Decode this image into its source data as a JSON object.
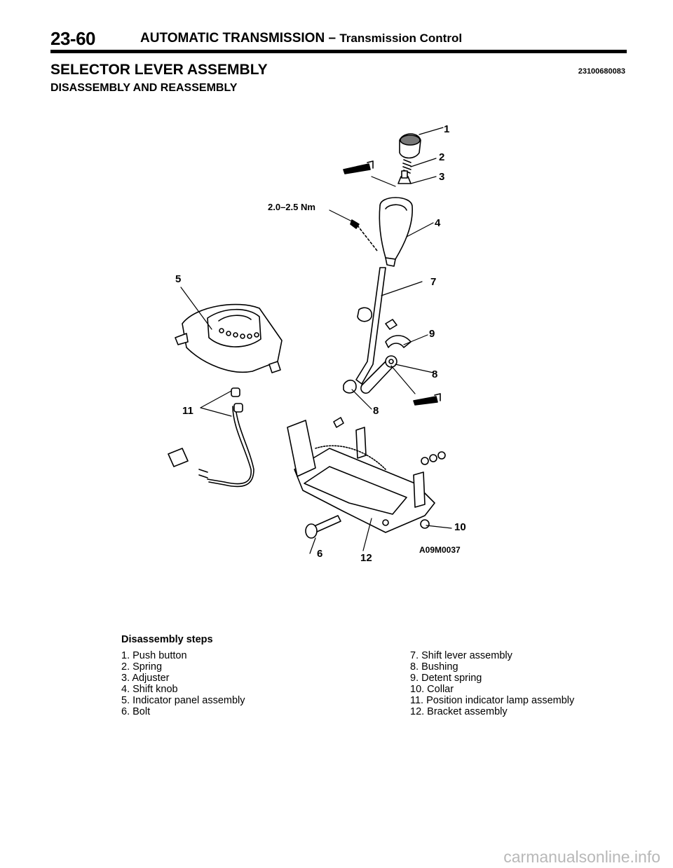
{
  "header": {
    "page_number": "23-60",
    "title_main": "AUTOMATIC TRANSMISSION – ",
    "title_sub": "Transmission Control"
  },
  "section": {
    "title": "SELECTOR LEVER ASSEMBLY",
    "code": "23100680083",
    "subheading": "DISASSEMBLY AND REASSEMBLY"
  },
  "figure": {
    "torque": "2.0–2.5 Nm",
    "code": "A09M0037",
    "labels": {
      "l1": "1",
      "l2": "2",
      "l3": "3",
      "l4": "4",
      "l5": "5",
      "l6": "6",
      "l7": "7",
      "l8a": "8",
      "l8b": "8",
      "l9": "9",
      "l10": "10",
      "l11": "11",
      "l12": "12"
    }
  },
  "steps": {
    "title": "Disassembly steps",
    "left": [
      "1. Push button",
      "2. Spring",
      "3. Adjuster",
      "4. Shift knob",
      "5. Indicator panel assembly",
      "6. Bolt"
    ],
    "right": [
      "7. Shift lever assembly",
      "8. Bushing",
      "9. Detent spring",
      "10. Collar",
      "11. Position indicator lamp assembly",
      "12. Bracket assembly"
    ]
  },
  "watermark": "carmanualsonline.info"
}
